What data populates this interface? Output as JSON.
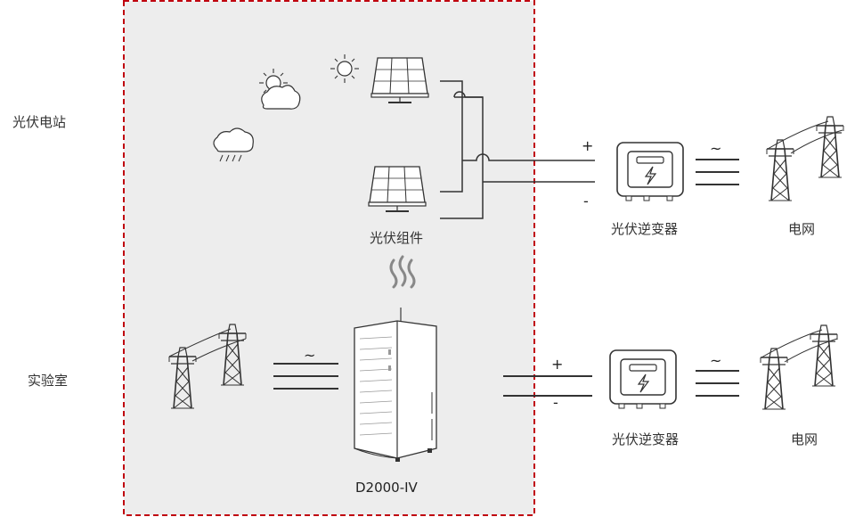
{
  "rows": {
    "pv_station_label": "光伏电站",
    "lab_label": "实验室"
  },
  "top": {
    "pv_module_label": "光伏组件",
    "inverter_label": "光伏逆变器",
    "grid_label": "电网",
    "plus": "+",
    "minus": "-",
    "ac_symbol": "~"
  },
  "bottom": {
    "device_label": "D2000-IV",
    "inverter_label": "光伏逆变器",
    "grid_label": "电网",
    "plus": "+",
    "minus": "-",
    "ac_symbol": "~"
  },
  "colors": {
    "dashed_border": "#c0000e",
    "lab_fill": "#ededed",
    "line": "#333333"
  },
  "icons": [
    "sun-cloud-icon",
    "sun-icon",
    "rain-cloud-icon",
    "solar-panel-icon",
    "inverter-icon",
    "transmission-tower-icon",
    "heat-wave-icon",
    "cabinet-icon"
  ]
}
